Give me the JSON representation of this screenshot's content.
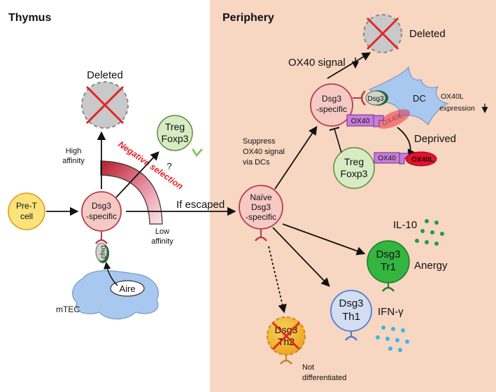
{
  "panels": {
    "thymus": {
      "title": "Thymus",
      "bg": "#ffffff"
    },
    "periphery": {
      "title": "Periphery",
      "bg": "#f7d6c2"
    }
  },
  "thymus": {
    "pre_t_cell": {
      "line1": "Pre-T",
      "line2": "cell"
    },
    "dsg3_specific": {
      "line1": "Dsg3",
      "line2": "-specific"
    },
    "mtec_label": "mTEC",
    "aire_label": "Aire",
    "dsg3_antigen": "Dsg3",
    "deleted_label": "Deleted",
    "high_affinity": {
      "line1": "High",
      "line2": "affinity"
    },
    "low_affinity": {
      "line1": "Low",
      "line2": "affinity"
    },
    "negative_selection": "Negative selection",
    "treg": {
      "line1": "Treg",
      "line2": "Foxp3"
    },
    "question_mark": "?",
    "if_escaped": "If escaped"
  },
  "periphery": {
    "naive": {
      "line1": "Naïve",
      "line2": "Dsg3",
      "line3": "-specific"
    },
    "dsg3_specific": {
      "line1": "Dsg3",
      "line2": "-specific"
    },
    "deleted_label": "Deleted",
    "ox40_signal": "OX40 signal",
    "dc_label": "DC",
    "dc_dsg3": "Dsg3",
    "ox40l_expression": {
      "line1": "OX40L",
      "line2": "expression"
    },
    "ox40_receptor": "OX40",
    "ox40l_ligand_faded": "OX40L",
    "deprived": "Deprived",
    "treg": {
      "line1": "Treg",
      "line2": "Foxp3"
    },
    "treg_ox40": "OX40",
    "treg_ox40l": "OX40L",
    "suppress": {
      "line1": "Suppress",
      "line2": "OX40 signal",
      "line3": "via DCs"
    },
    "tr1": {
      "line1": "Dsg3",
      "line2": "Tr1"
    },
    "il10": "IL-10",
    "anergy": "Anergy",
    "th1": {
      "line1": "Dsg3",
      "line2": "Th1"
    },
    "ifn": "IFN-γ",
    "th2": {
      "line1": "Dsg3",
      "line2": "Th2"
    },
    "not_differentiated": {
      "line1": "Not",
      "line2": "differentiated"
    }
  },
  "colors": {
    "pre_t": "#fbe27a",
    "dsg3_cell": "#f6c9c4",
    "dsg3_stroke": "#b3404a",
    "treg": "#d7ecc4",
    "tr1": "#33b540",
    "th1": "#d3def4",
    "th2": "#f5be2c",
    "dc": "#a9c8ef",
    "ox40": "#c77dd9",
    "ox40l": "#e8102a",
    "red_x": "#e0262a",
    "il10_dot": "#1f9e47",
    "ifn_dot": "#3cb6ea"
  }
}
